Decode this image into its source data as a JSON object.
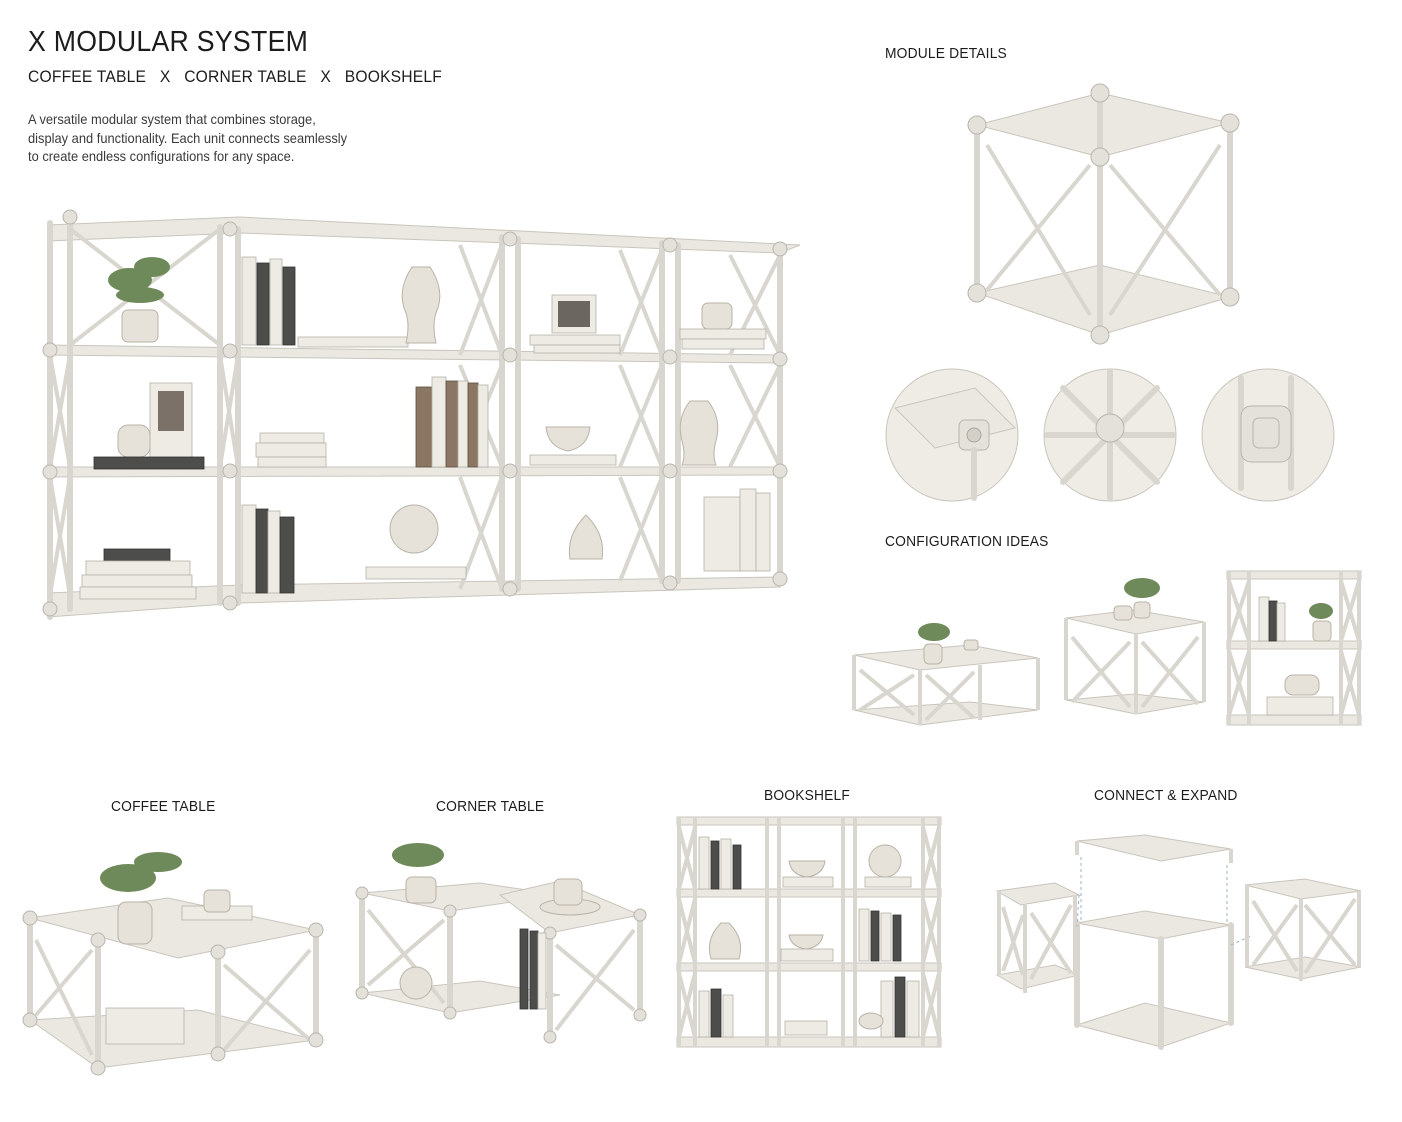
{
  "header": {
    "title": "X MODULAR SYSTEM",
    "subtitle_parts": [
      "COFFEE TABLE",
      "X",
      "CORNER TABLE",
      "X",
      "BOOKSHELF"
    ],
    "description_lines": [
      "A versatile modular system that combines storage,",
      "display and functionality. Each unit connects seamlessly",
      "to create endless configurations for any space."
    ]
  },
  "sections": {
    "module_details": "MODULE DETAILS",
    "configuration_ideas": "CONFIGURATION IDEAS",
    "coffee_table": "COFFEE TABLE",
    "corner_table": "CORNER TABLE",
    "bookshelf": "BOOKSHELF",
    "connect_expand": "CONNECT & EXPAND"
  },
  "colors": {
    "frame": "#d9d6cf",
    "background": "#ffffff",
    "text": "#1c1c1c"
  }
}
